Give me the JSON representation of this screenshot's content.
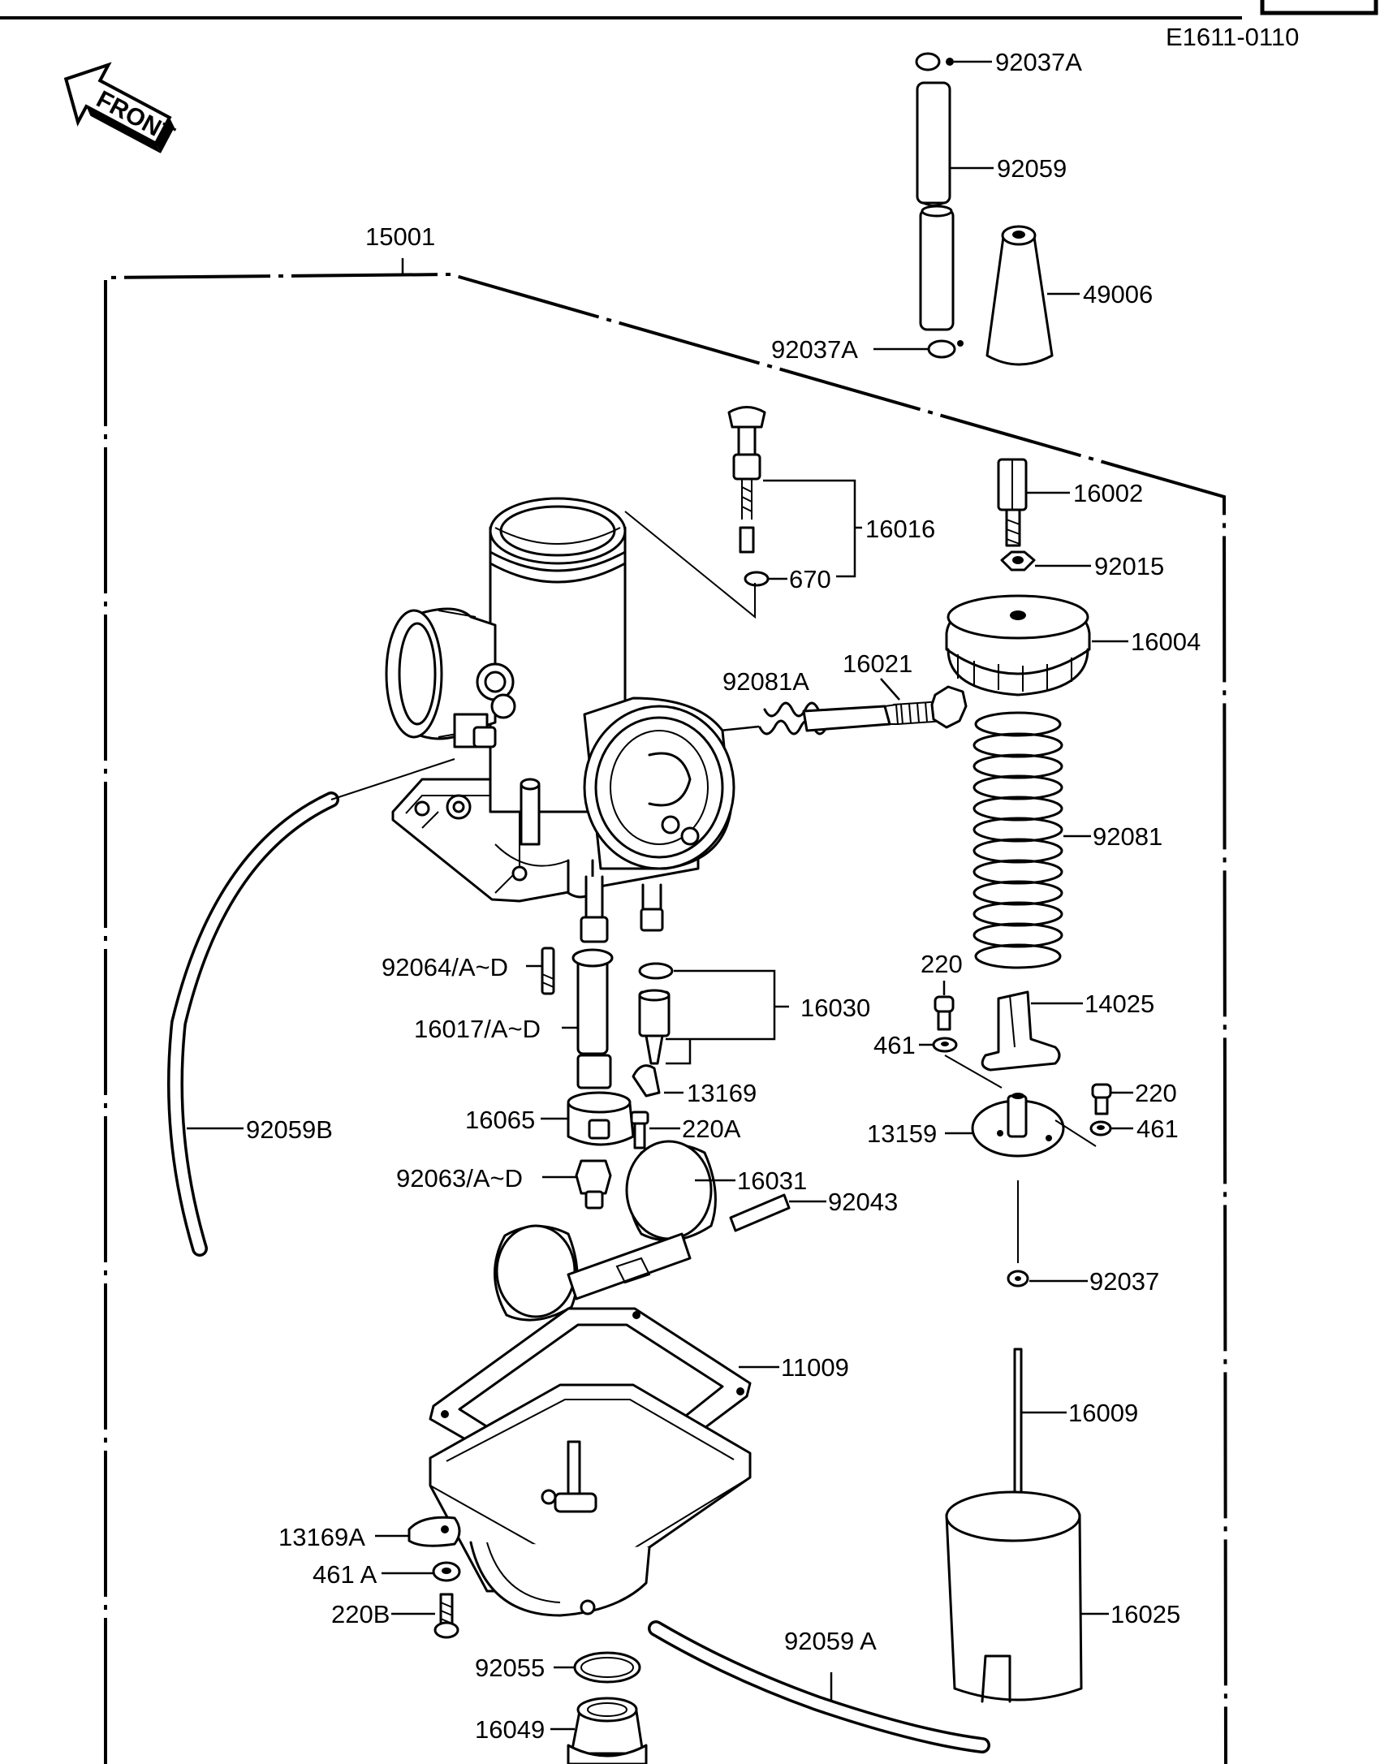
{
  "header": {
    "title": "6 / KX80-L2 Engine",
    "ref_code": "E1611-0110"
  },
  "front_arrow": {
    "label": "FRONT"
  },
  "parts": {
    "p15001": "15001",
    "p92037A_top": "92037A",
    "p92059": "92059",
    "p49006": "49006",
    "p92037A_bot": "92037A",
    "p16016": "16016",
    "p670": "670",
    "p16002": "16002",
    "p92015": "92015",
    "p16004": "16004",
    "p92081A": "92081A",
    "p16021": "16021",
    "p92081": "92081",
    "p92064": "92064/A~D",
    "p16017": "16017/A~D",
    "p16030": "16030",
    "p220_a": "220",
    "p14025": "14025",
    "p461_a": "461",
    "p13169": "13169",
    "p16065": "16065",
    "p220A": "220A",
    "p92059B": "92059B",
    "p220_b": "220",
    "p13159": "13159",
    "p461_b": "461",
    "p92063": "92063/A~D",
    "p16031": "16031",
    "p92043": "92043",
    "p92037": "92037",
    "p11009": "11009",
    "p16009": "16009",
    "p13169A": "13169A",
    "p461A": "461 A",
    "p220B": "220B",
    "p16025": "16025",
    "p92059A": "92059 A",
    "p92055": "92055",
    "p16049": "16049"
  }
}
